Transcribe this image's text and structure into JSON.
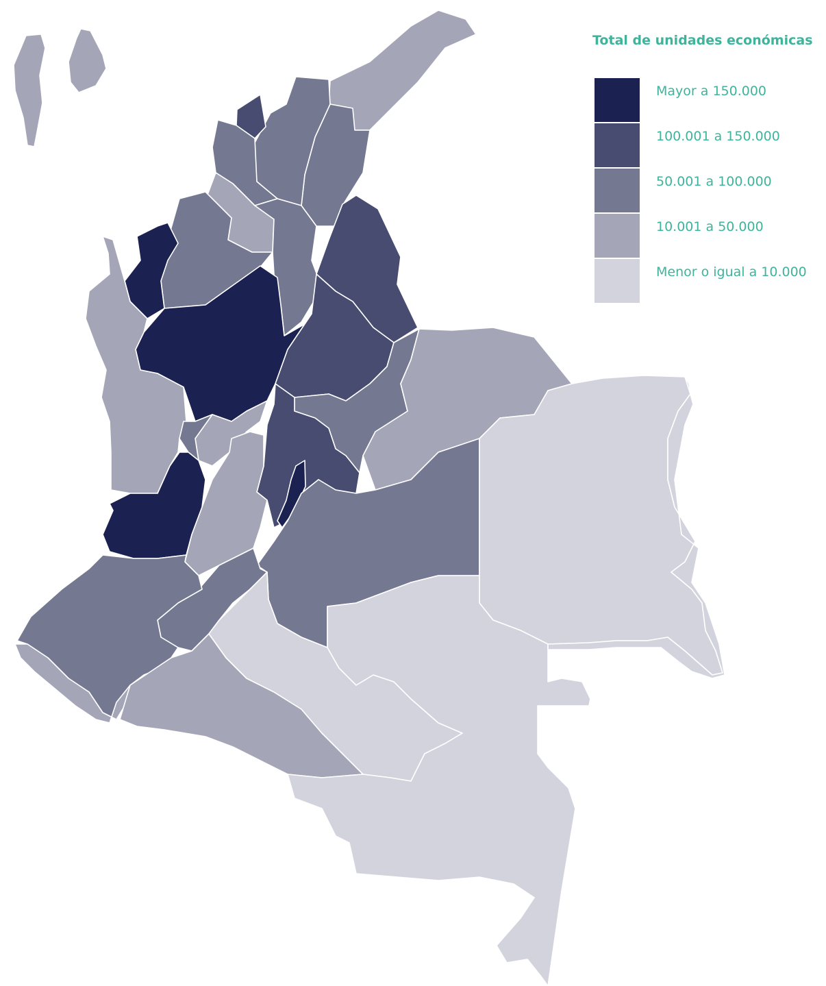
{
  "legend": {
    "title": "Total de unidades económicas",
    "classes": [
      {
        "label": "Mayor a 150.000",
        "color": "#1b2150"
      },
      {
        "label": "100.001 a 150.000",
        "color": "#474c70"
      },
      {
        "label": "50.001 a 100.000",
        "color": "#757891"
      },
      {
        "label": "10.001 a 50.000",
        "color": "#a4a6b7"
      },
      {
        "label": "Menor o igual a 10.000",
        "color": "#d3d3de"
      }
    ]
  },
  "regions": [
    {
      "class": 0
    },
    {
      "class": 0
    },
    {
      "class": 0
    },
    {
      "class": 0
    },
    {
      "class": 1
    },
    {
      "class": 1
    },
    {
      "class": 1
    },
    {
      "class": 1
    },
    {
      "class": 2
    },
    {
      "class": 2
    },
    {
      "class": 2
    },
    {
      "class": 2
    },
    {
      "class": 2
    },
    {
      "class": 2
    },
    {
      "class": 2
    },
    {
      "class": 2
    },
    {
      "class": 2
    },
    {
      "class": 2
    },
    {
      "class": 3
    },
    {
      "class": 3
    },
    {
      "class": 3
    },
    {
      "class": 3
    },
    {
      "class": 3
    },
    {
      "class": 3
    },
    {
      "class": 3
    },
    {
      "class": 3
    },
    {
      "class": 3
    },
    {
      "class": 3
    },
    {
      "class": 4
    },
    {
      "class": 4
    },
    {
      "class": 4
    },
    {
      "class": 4
    }
  ]
}
